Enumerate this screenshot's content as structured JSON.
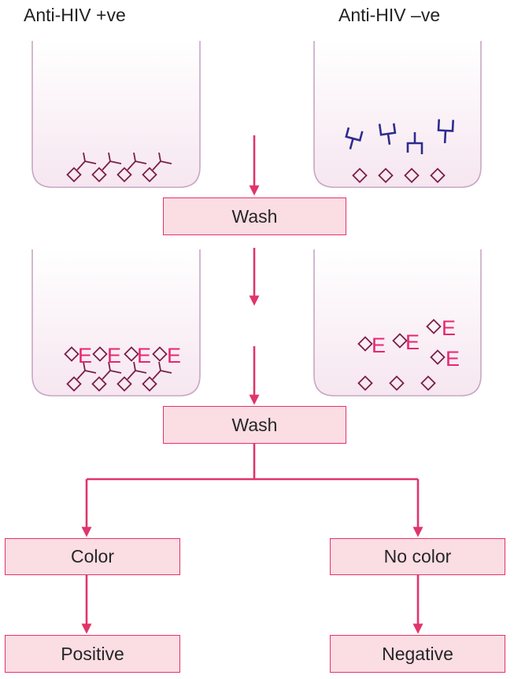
{
  "columns": {
    "left_title": "Anti-HIV +ve",
    "right_title": "Anti-HIV –ve"
  },
  "steps": {
    "wash_1": "Wash",
    "wash_2": "Wash"
  },
  "results": {
    "left_observation": "Color",
    "right_observation": "No color",
    "left_result": "Positive",
    "right_result": "Negative"
  },
  "labels": {
    "enzyme_letter": "E"
  },
  "colors": {
    "arrow": "#e0356b",
    "box_fill": "#fbdde4",
    "box_border": "#e5336b",
    "antigen": "#7a1f47",
    "antibody_bound": "#7a1f47",
    "antibody_free": "#2e2b8f",
    "enzyme": "#e8266f",
    "well_fill_top": "#ffffff",
    "well_fill_bottom": "#f6e6f0",
    "well_border": "#c7a7c4"
  }
}
